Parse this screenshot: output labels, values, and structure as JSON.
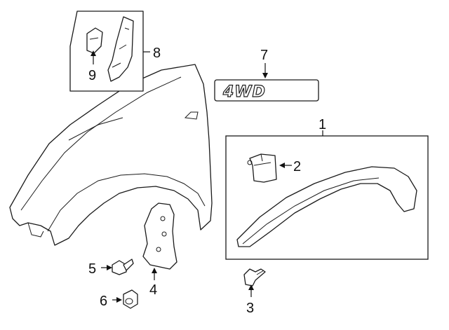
{
  "callouts": {
    "c1": "1",
    "c2": "2",
    "c3": "3",
    "c4": "4",
    "c5": "5",
    "c6": "6",
    "c7": "7",
    "c8": "8",
    "c9": "9"
  },
  "emblem": {
    "text": "4WD"
  }
}
